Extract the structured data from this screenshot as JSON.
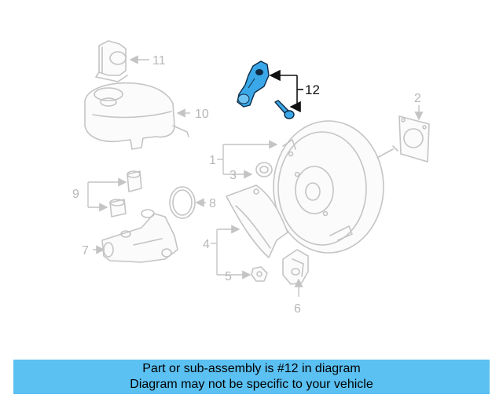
{
  "diagram": {
    "callouts": {
      "c1": "1",
      "c2": "2",
      "c3": "3",
      "c4": "4",
      "c5": "5",
      "c6": "6",
      "c7": "7",
      "c8": "8",
      "c9": "9",
      "c10": "10",
      "c11": "11",
      "c12": "12"
    },
    "highlighted_part": "12",
    "colors": {
      "highlight": "#3aa8e8",
      "ghost_lines": "#c4c4c4",
      "banner": "#5bc1f2"
    }
  },
  "banner": {
    "line1": "Part or sub-assembly is #12 in diagram",
    "line2": "Diagram may not be specific to your vehicle"
  }
}
